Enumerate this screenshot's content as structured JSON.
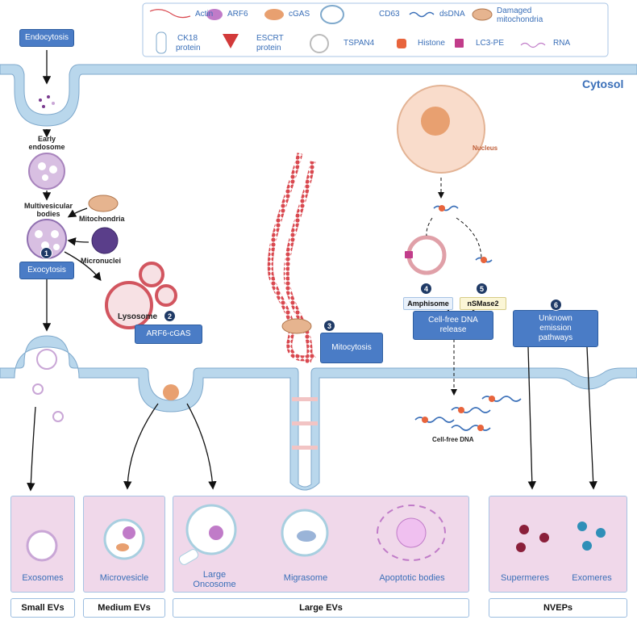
{
  "legend": {
    "actin": "Actin",
    "arf6": "ARF6",
    "cgas": "cGAS",
    "cd63": "CD63",
    "dsdna": "dsDNA",
    "damaged_mito_1": "Damaged",
    "damaged_mito_2": "mitochondria",
    "ck18_1": "CK18",
    "ck18_2": "protein",
    "escrt_1": "ESCRT",
    "escrt_2": "protein",
    "tspan4": "TSPAN4",
    "histone": "Histone",
    "lc3pe": "LC3-PE",
    "rna": "RNA"
  },
  "cytosol": "Cytosol",
  "pathway_labels": {
    "endocytosis": "Endocytosis",
    "early_endosome_1": "Early",
    "early_endosome_2": "endosome",
    "mvb_1": "Multivesicular",
    "mvb_2": "bodies",
    "mitochondria": "Mitochondria",
    "micronuclei": "Micronuclei",
    "exocytosis": "Exocytosis",
    "lysosome": "Lysosome",
    "arf6_cgas": "ARF6-cGAS",
    "mitocytosis": "Mitocytosis",
    "nucleus": "Nucleus",
    "amphisome": "Amphisome",
    "nsmase2": "nSMase2",
    "cfdna_release_1": "Cell-free DNA",
    "cfdna_release_2": "release",
    "cell_free_dna": "Cell-free DNA",
    "unknown_1": "Unknown",
    "unknown_2": "emission",
    "unknown_3": "pathways"
  },
  "steps": [
    "1",
    "2",
    "3",
    "4",
    "5",
    "6"
  ],
  "ev_labels": {
    "exosomes": "Exosomes",
    "microvesicle": "Microvesicle",
    "large_oncosome_1": "Large",
    "large_oncosome_2": "Oncosome",
    "migrasome": "Migrasome",
    "apoptotic_bodies": "Apoptotic bodies",
    "supermeres": "Supermeres",
    "exomeres": "Exomeres"
  },
  "categories": {
    "small": "Small EVs",
    "medium": "Medium EVs",
    "large": "Large EVs",
    "nveps": "NVEPs"
  },
  "colors": {
    "membrane": "#b9d7ec",
    "membrane_edge": "#7fa9cc",
    "box_blue": "#4a7cc6",
    "ev_pink": "#f0d8ea",
    "actin": "#d9484f",
    "vesicle_purple": "#c9a6d6"
  }
}
